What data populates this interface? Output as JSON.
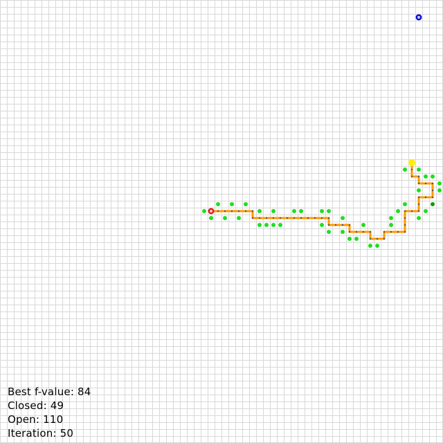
{
  "colors": {
    "background": "#ffffff",
    "grid_line": "#d8d8d8",
    "open_node": "#22dd22",
    "closed_node": "#119911",
    "path_line": "#ff9900",
    "path_dot": "#555555",
    "start_node": "#e81818",
    "start_ring": "#ffd0d0",
    "goal_node": "#1010d0",
    "goal_ring": "#c8c8ff",
    "current_node": "#ffee00",
    "text": "#000000"
  },
  "grid": {
    "cols": 64,
    "rows": 64
  },
  "start_cell": [
    30,
    30
  ],
  "goal_cell": [
    60,
    2
  ],
  "current_cell": [
    59,
    23
  ],
  "path_cells": [
    [
      30,
      30
    ],
    [
      31,
      30
    ],
    [
      32,
      30
    ],
    [
      33,
      30
    ],
    [
      34,
      30
    ],
    [
      35,
      30
    ],
    [
      36,
      30
    ],
    [
      36,
      31
    ],
    [
      37,
      31
    ],
    [
      38,
      31
    ],
    [
      39,
      31
    ],
    [
      40,
      31
    ],
    [
      41,
      31
    ],
    [
      42,
      31
    ],
    [
      43,
      31
    ],
    [
      44,
      31
    ],
    [
      45,
      31
    ],
    [
      46,
      31
    ],
    [
      47,
      31
    ],
    [
      47,
      32
    ],
    [
      48,
      32
    ],
    [
      49,
      32
    ],
    [
      50,
      32
    ],
    [
      50,
      33
    ],
    [
      51,
      33
    ],
    [
      52,
      33
    ],
    [
      53,
      33
    ],
    [
      53,
      34
    ],
    [
      54,
      34
    ],
    [
      55,
      34
    ],
    [
      55,
      33
    ],
    [
      56,
      33
    ],
    [
      57,
      33
    ],
    [
      58,
      33
    ],
    [
      58,
      32
    ],
    [
      58,
      31
    ],
    [
      58,
      30
    ],
    [
      59,
      30
    ],
    [
      60,
      30
    ],
    [
      60,
      29
    ],
    [
      60,
      28
    ],
    [
      61,
      28
    ],
    [
      62,
      28
    ],
    [
      62,
      27
    ],
    [
      62,
      26
    ],
    [
      61,
      26
    ],
    [
      60,
      26
    ],
    [
      60,
      25
    ],
    [
      59,
      25
    ],
    [
      59,
      24
    ],
    [
      59,
      23
    ]
  ],
  "open_cells": [
    [
      29,
      30
    ],
    [
      31,
      29
    ],
    [
      33,
      29
    ],
    [
      35,
      29
    ],
    [
      30,
      31
    ],
    [
      32,
      31
    ],
    [
      34,
      31
    ],
    [
      37,
      30
    ],
    [
      39,
      30
    ],
    [
      42,
      30
    ],
    [
      43,
      30
    ],
    [
      46,
      30
    ],
    [
      47,
      30
    ],
    [
      37,
      32
    ],
    [
      38,
      32
    ],
    [
      39,
      32
    ],
    [
      40,
      32
    ],
    [
      46,
      32
    ],
    [
      47,
      33
    ],
    [
      49,
      31
    ],
    [
      52,
      32
    ],
    [
      49,
      33
    ],
    [
      50,
      34
    ],
    [
      51,
      34
    ],
    [
      53,
      35
    ],
    [
      54,
      35
    ],
    [
      56,
      32
    ],
    [
      57,
      30
    ],
    [
      56,
      31
    ],
    [
      58,
      29
    ],
    [
      60,
      27
    ],
    [
      60,
      31
    ],
    [
      61,
      30
    ],
    [
      58,
      24
    ],
    [
      60,
      24
    ],
    [
      61,
      25
    ],
    [
      62,
      25
    ],
    [
      63,
      26
    ],
    [
      63,
      27
    ]
  ],
  "closed_cells": [
    [
      62,
      29
    ]
  ],
  "stats": {
    "best_f": "Best f-value: 84",
    "closed": "Closed: 49",
    "open": "Open: 110",
    "iteration": "Iteration: 50"
  }
}
